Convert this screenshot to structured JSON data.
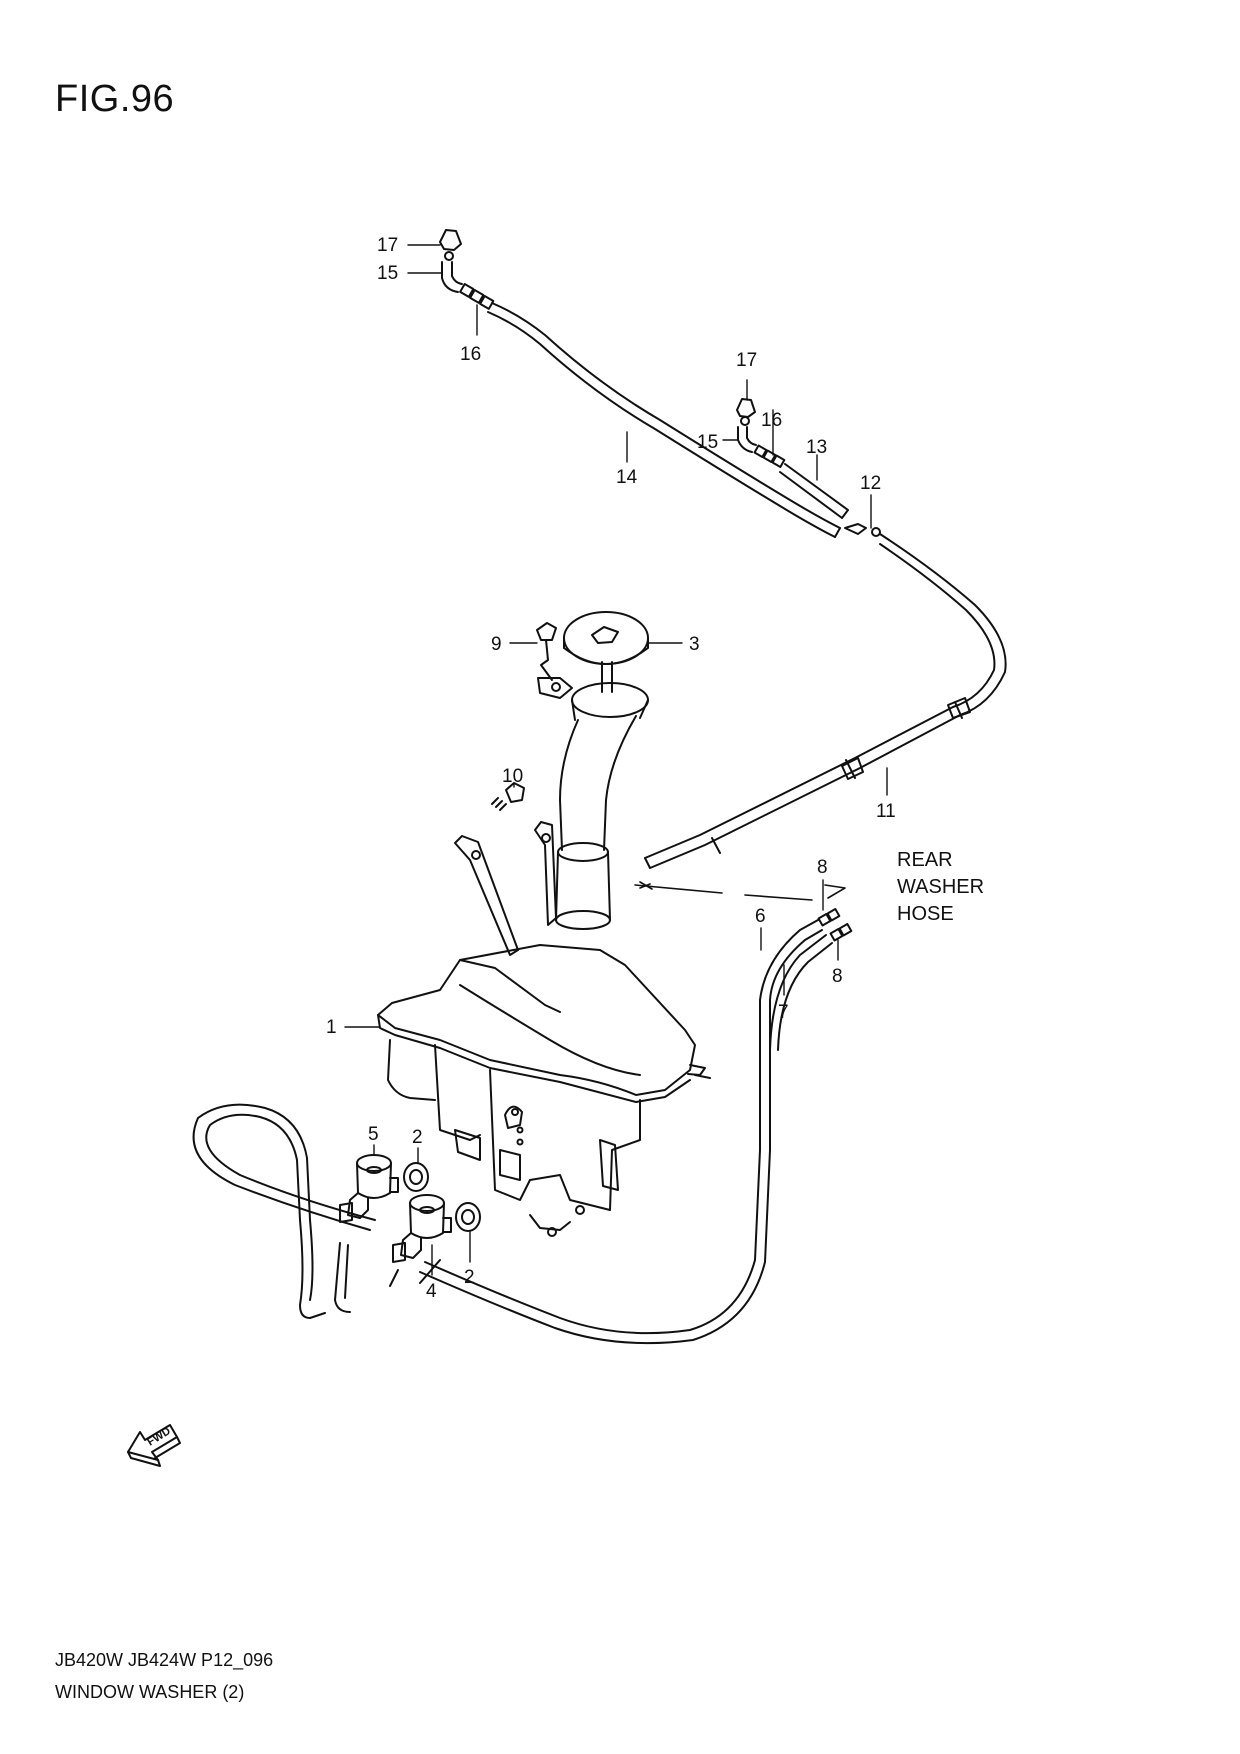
{
  "figure": {
    "title": "FIG.96"
  },
  "callouts": [
    {
      "id": "c17a",
      "label": "17"
    },
    {
      "id": "c15a",
      "label": "15"
    },
    {
      "id": "c16a",
      "label": "16"
    },
    {
      "id": "c17b",
      "label": "17"
    },
    {
      "id": "c16b",
      "label": "16"
    },
    {
      "id": "c15b",
      "label": "15"
    },
    {
      "id": "c13",
      "label": "13"
    },
    {
      "id": "c14",
      "label": "14"
    },
    {
      "id": "c12",
      "label": "12"
    },
    {
      "id": "c9",
      "label": "9"
    },
    {
      "id": "c3",
      "label": "3"
    },
    {
      "id": "c10",
      "label": "10"
    },
    {
      "id": "c11",
      "label": "11"
    },
    {
      "id": "c8a",
      "label": "8"
    },
    {
      "id": "c6",
      "label": "6"
    },
    {
      "id": "c8b",
      "label": "8"
    },
    {
      "id": "c7",
      "label": "7"
    },
    {
      "id": "c1",
      "label": "1"
    },
    {
      "id": "c5",
      "label": "5"
    },
    {
      "id": "c2a",
      "label": "2"
    },
    {
      "id": "c4",
      "label": "4"
    },
    {
      "id": "c2b",
      "label": "2"
    }
  ],
  "annotation": {
    "lines": [
      "REAR",
      "WASHER",
      "HOSE"
    ]
  },
  "fwd_label": "FWD",
  "footer": {
    "model_code": "JB420W JB424W P12_096",
    "section_name": "WINDOW WASHER (2)"
  }
}
